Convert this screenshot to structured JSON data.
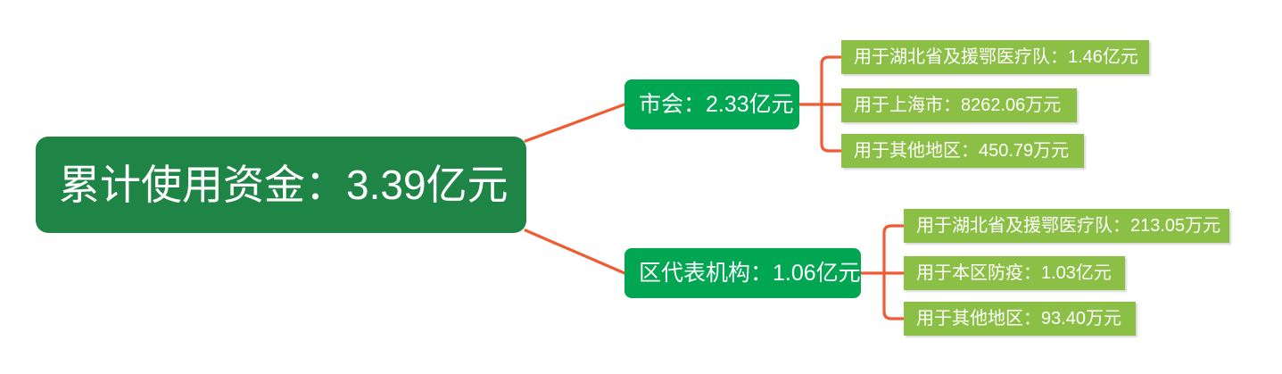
{
  "diagram": {
    "type": "mindmap-tree",
    "orientation": "left-to-right",
    "background_color": "#FFFFFF",
    "connector_color": "#EF5B33",
    "root": {
      "label": "累计使用资金：3.39亿元",
      "color": "#1E8546",
      "text_color": "#FFFFFF"
    },
    "branches": [
      {
        "label": "市会：2.33亿元",
        "color": "#00A651",
        "text_color": "#FFFFFF",
        "children": [
          {
            "label": "用于湖北省及援鄂医疗队：1.46亿元",
            "color": "#8CBF45",
            "text_color": "#FFFFFF"
          },
          {
            "label": "用于上海市：8262.06万元",
            "color": "#8CBF45",
            "text_color": "#FFFFFF"
          },
          {
            "label": "用于其他地区：450.79万元",
            "color": "#8CBF45",
            "text_color": "#FFFFFF"
          }
        ]
      },
      {
        "label": "区代表机构：1.06亿元",
        "color": "#00A651",
        "text_color": "#FFFFFF",
        "children": [
          {
            "label": "用于湖北省及援鄂医疗队：213.05万元",
            "color": "#8CBF45",
            "text_color": "#FFFFFF"
          },
          {
            "label": "用于本区防疫：1.03亿元",
            "color": "#8CBF45",
            "text_color": "#FFFFFF"
          },
          {
            "label": "用于其他地区：93.40万元",
            "color": "#8CBF45",
            "text_color": "#FFFFFF"
          }
        ]
      }
    ]
  }
}
